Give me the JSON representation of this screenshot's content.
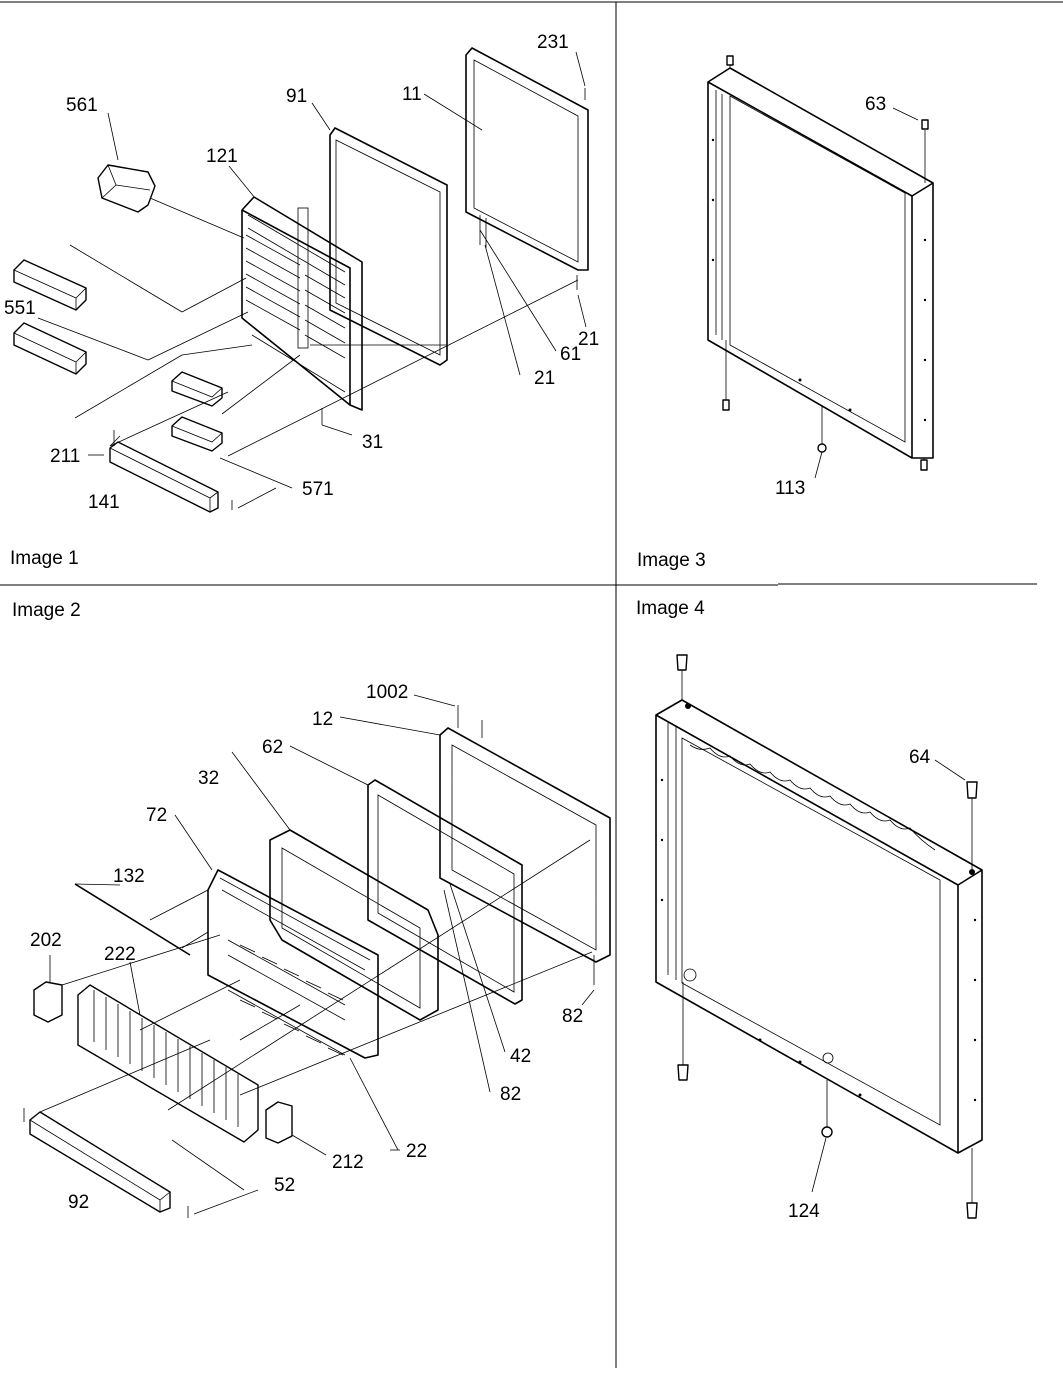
{
  "panels": [
    {
      "caption": "Image 1",
      "callouts": [
        "561",
        "121",
        "91",
        "11",
        "231",
        "551",
        "61",
        "21",
        "21",
        "211",
        "31",
        "141",
        "571"
      ]
    },
    {
      "caption": "Image 2",
      "callouts": [
        "1002",
        "12",
        "62",
        "32",
        "72",
        "132",
        "202",
        "222",
        "42",
        "82",
        "82",
        "22",
        "212",
        "52",
        "92"
      ]
    },
    {
      "caption": "Image 3",
      "callouts": [
        "63",
        "113"
      ]
    },
    {
      "caption": "Image 4",
      "callouts": [
        "64",
        "124"
      ]
    }
  ]
}
